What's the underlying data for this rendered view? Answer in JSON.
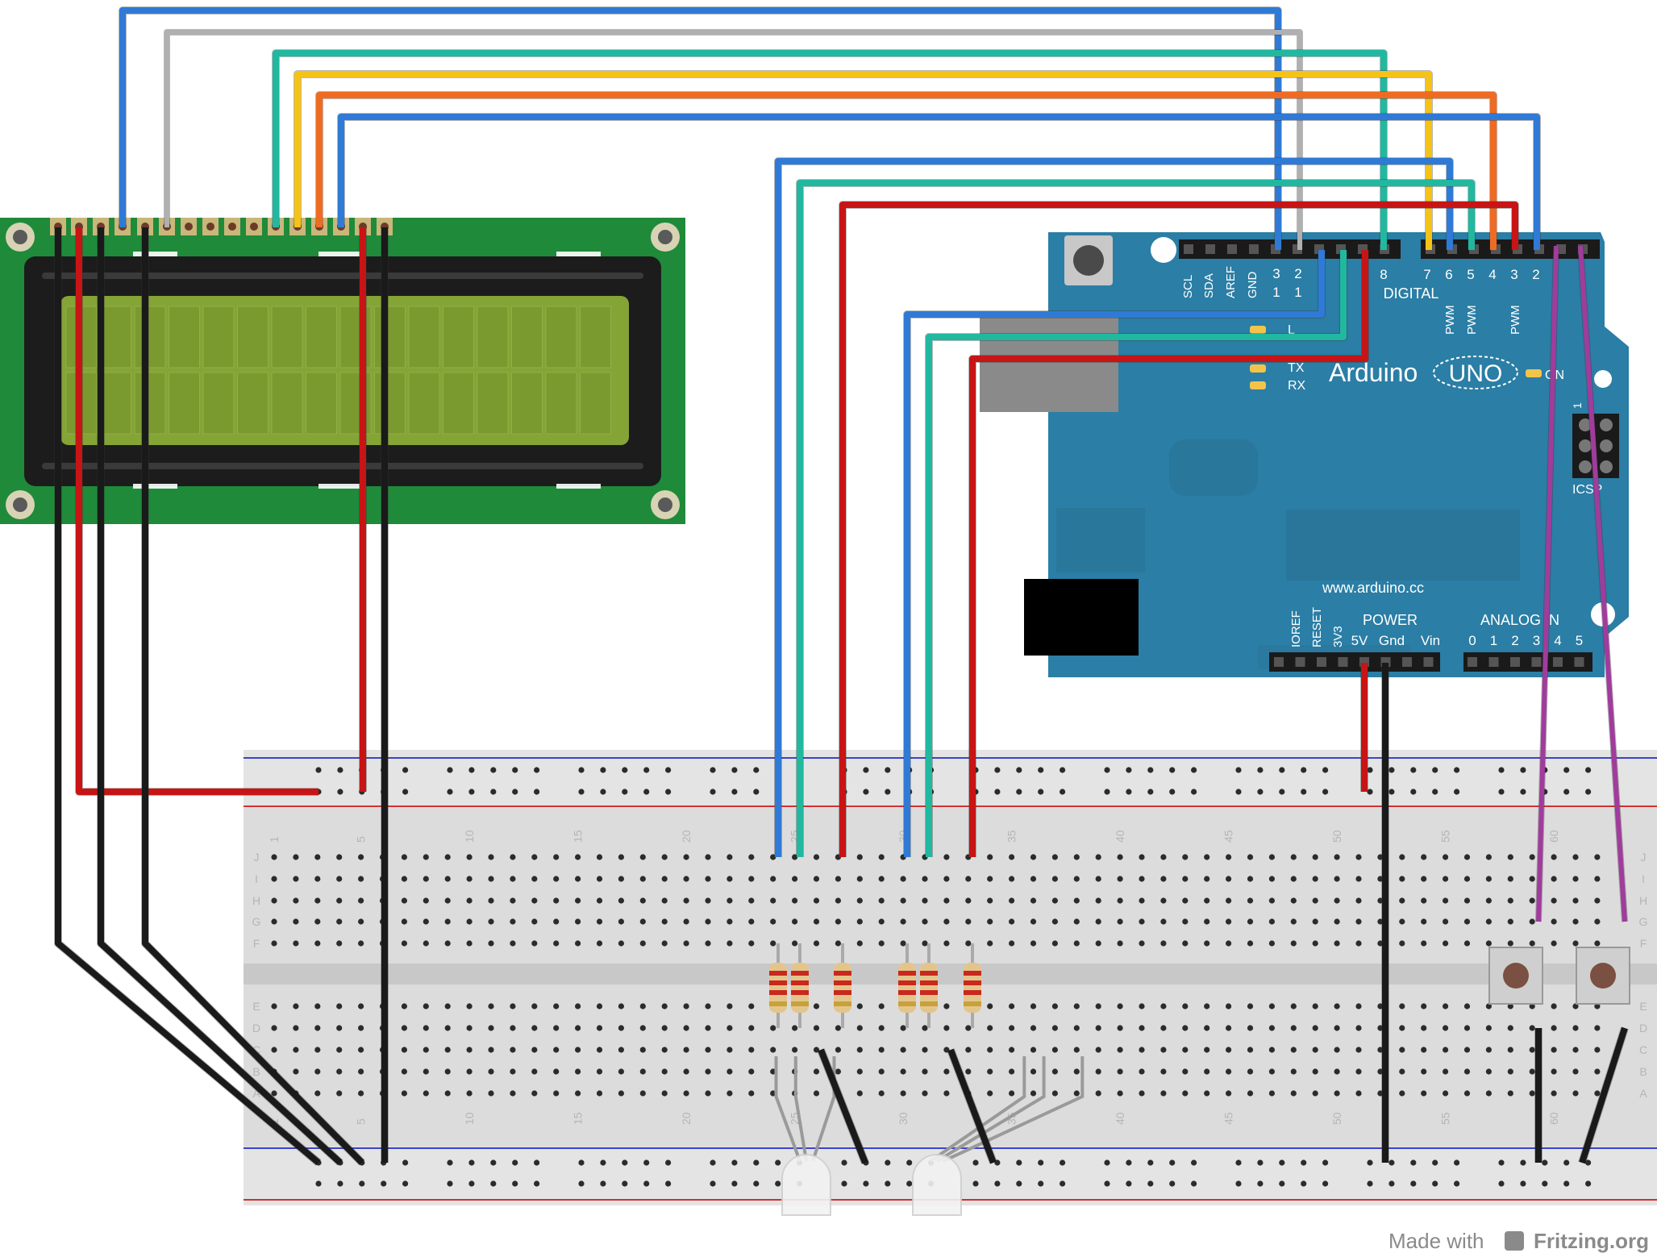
{
  "arduino": {
    "brand": "Arduino",
    "model": "UNO",
    "url": "www.arduino.cc",
    "on_label": "ON",
    "l_label": "L",
    "tx_label": "TX",
    "rx_label": "RX",
    "icsp_label": "ICSP",
    "icsp_pin": "1",
    "power_label": "POWER",
    "analog_label": "ANALOG IN",
    "digital_label": "DIGITAL",
    "pwm_label": "PWM",
    "digital_top_labels": [
      "SCL",
      "SDA",
      "AREF",
      "GND"
    ],
    "digital_numbers_a": [
      "3",
      "2"
    ],
    "digital_numbers_b": [
      "1",
      "1"
    ],
    "digital_numbers_right": [
      "8",
      "7",
      "6",
      "5",
      "4",
      "3",
      "2"
    ],
    "power_pins": [
      "IOREF",
      "RESET",
      "3V3",
      "5V",
      "Gnd",
      "Vin"
    ],
    "analog_pins": [
      "0",
      "1",
      "2",
      "3",
      "4",
      "5"
    ]
  },
  "breadboard": {
    "row_letters_top": [
      "J",
      "I",
      "H",
      "G",
      "F"
    ],
    "row_letters_bottom": [
      "E",
      "D",
      "C",
      "B",
      "A"
    ],
    "column_numbers": [
      "1",
      "5",
      "10",
      "15",
      "20",
      "25",
      "30",
      "35",
      "40",
      "45",
      "50",
      "55",
      "60"
    ]
  },
  "credit": {
    "made_with": "Made with",
    "brand": "Fritzing.org"
  },
  "colors": {
    "arduino_board": "#2b7ea5",
    "lcd_pcb": "#1f8a3a",
    "lcd_screen": "#84a436",
    "wire_blue": "#2f7ad6",
    "wire_teal": "#21b8a0",
    "wire_red": "#c81414",
    "wire_black": "#1a1a1a",
    "wire_orange": "#f06b22",
    "wire_yellow": "#f5c218",
    "wire_gray": "#b0b0b0",
    "wire_purple": "#a03c9c"
  }
}
